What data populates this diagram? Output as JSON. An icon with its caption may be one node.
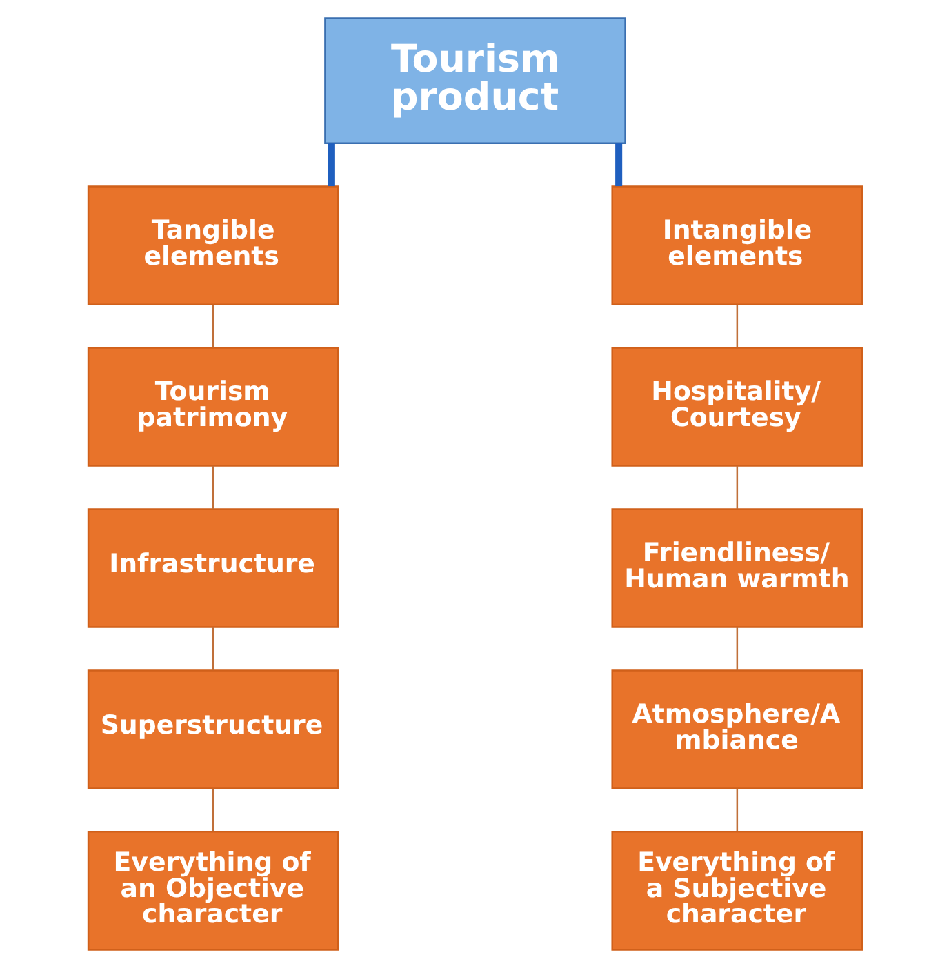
{
  "diagram": {
    "nodes": [
      {
        "text": [
          "Tourism product"
        ]
      },
      {
        "text": [
          "Tangible elements"
        ]
      },
      {
        "text": [
          "Tourism patrimony"
        ]
      },
      {
        "text": [
          "Infrastructure"
        ]
      },
      {
        "text": [
          "Superstructure"
        ]
      },
      {
        "text": [
          "Everything of an Objective character"
        ]
      },
      {
        "text": [
          "Intangible elements"
        ]
      },
      {
        "text": [
          "Hospitality/ Courtesy"
        ]
      },
      {
        "text": [
          "Friendliness/ Human warmth"
        ]
      },
      {
        "text": [
          "Atmosphere/A mbiance"
        ]
      },
      {
        "text": [
          "Everything of a Subjective character"
        ]
      }
    ],
    "edges": [
      {
        "from": 0,
        "to": 1,
        "arrow": "none",
        "style": "thick",
        "color": "#1f5fbf"
      },
      {
        "from": 0,
        "to": 6,
        "arrow": "none",
        "style": "thick",
        "color": "#1f5fbf"
      },
      {
        "from": 1,
        "to": 2,
        "arrow": "none"
      },
      {
        "from": 2,
        "to": 3,
        "arrow": "none"
      },
      {
        "from": 3,
        "to": 4,
        "arrow": "none"
      },
      {
        "from": 4,
        "to": 5,
        "arrow": "none"
      },
      {
        "from": 6,
        "to": 7,
        "arrow": "none"
      },
      {
        "from": 7,
        "to": 8,
        "arrow": "none"
      },
      {
        "from": 8,
        "to": 9,
        "arrow": "none"
      },
      {
        "from": 9,
        "to": 10,
        "arrow": "none"
      }
    ]
  }
}
